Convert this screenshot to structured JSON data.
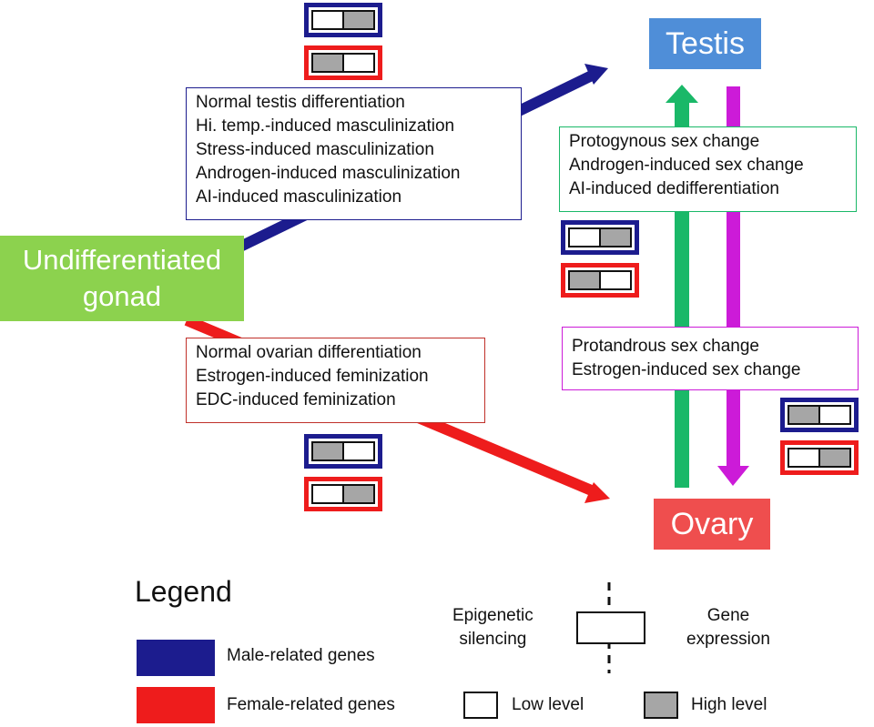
{
  "colors": {
    "male": "#1c1c8e",
    "female": "#ee1c1c",
    "undifferentiated": "#8cd24e",
    "testis": "#4f8ed8",
    "ovary": "#ef4e4e",
    "green_arrow": "#1ab868",
    "magenta_arrow": "#cc1bd8",
    "high_level": "#a6a6a6",
    "low_level": "#ffffff"
  },
  "nodes": {
    "undifferentiated": "Undifferentiated gonad",
    "testis": "Testis",
    "ovary": "Ovary"
  },
  "boxes": {
    "masculinization": [
      "Normal testis differentiation",
      "Hi. temp.-induced masculinization",
      "Stress-induced masculinization",
      "Androgen-induced masculinization",
      "AI-induced masculinization"
    ],
    "feminization": [
      "Normal ovarian differentiation",
      "Estrogen-induced feminization",
      "EDC-induced feminization"
    ],
    "to_testis": [
      "Protogynous sex change",
      "Androgen-induced sex change",
      "AI-induced dedifferentiation"
    ],
    "to_ovary": [
      "Protandrous sex change",
      "Estrogen-induced sex change"
    ]
  },
  "gene_states": {
    "testis_path": {
      "male": [
        "low",
        "high"
      ],
      "female": [
        "high",
        "low"
      ]
    },
    "ovary_path": {
      "male": [
        "high",
        "low"
      ],
      "female": [
        "low",
        "high"
      ]
    },
    "sex_change_to_testis": {
      "male": [
        "low",
        "high"
      ],
      "female": [
        "high",
        "low"
      ]
    },
    "sex_change_to_ovary": {
      "male": [
        "high",
        "low"
      ],
      "female": [
        "low",
        "high"
      ]
    }
  },
  "legend": {
    "title": "Legend",
    "male": "Male-related genes",
    "female": "Female-related genes",
    "silencing_line1": "Epigenetic",
    "silencing_line2": "silencing",
    "expression_line1": "Gene",
    "expression_line2": "expression",
    "low": "Low level",
    "high": "High level"
  }
}
